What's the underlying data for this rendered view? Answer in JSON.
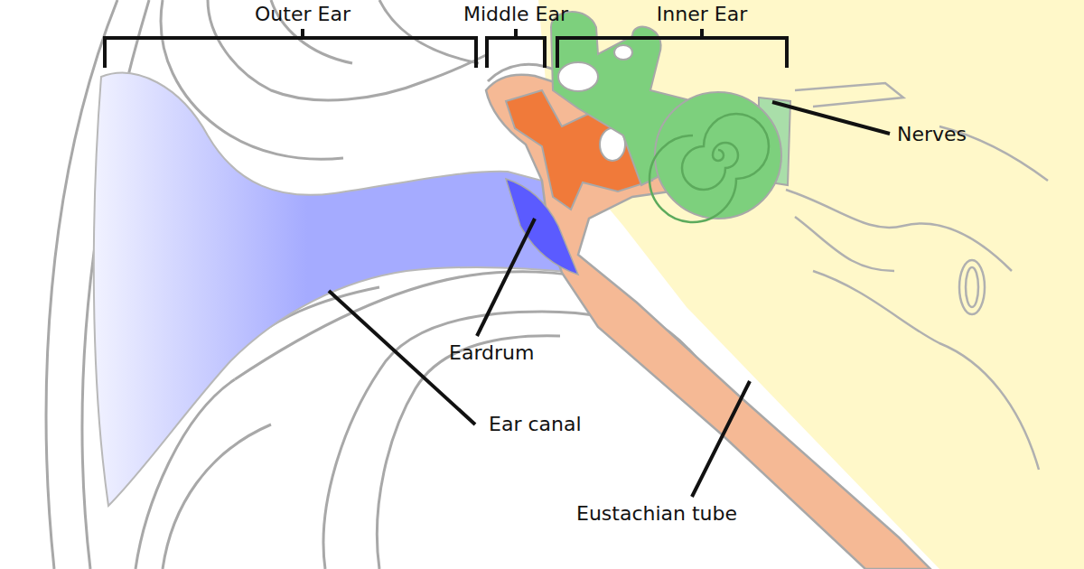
{
  "diagram": {
    "labels": [
      "Outer Ear",
      "Middle Ear",
      "Inner Ear",
      "Nerves",
      "Eardrum",
      "Ear canal",
      "Eustachian tube"
    ]
  }
}
